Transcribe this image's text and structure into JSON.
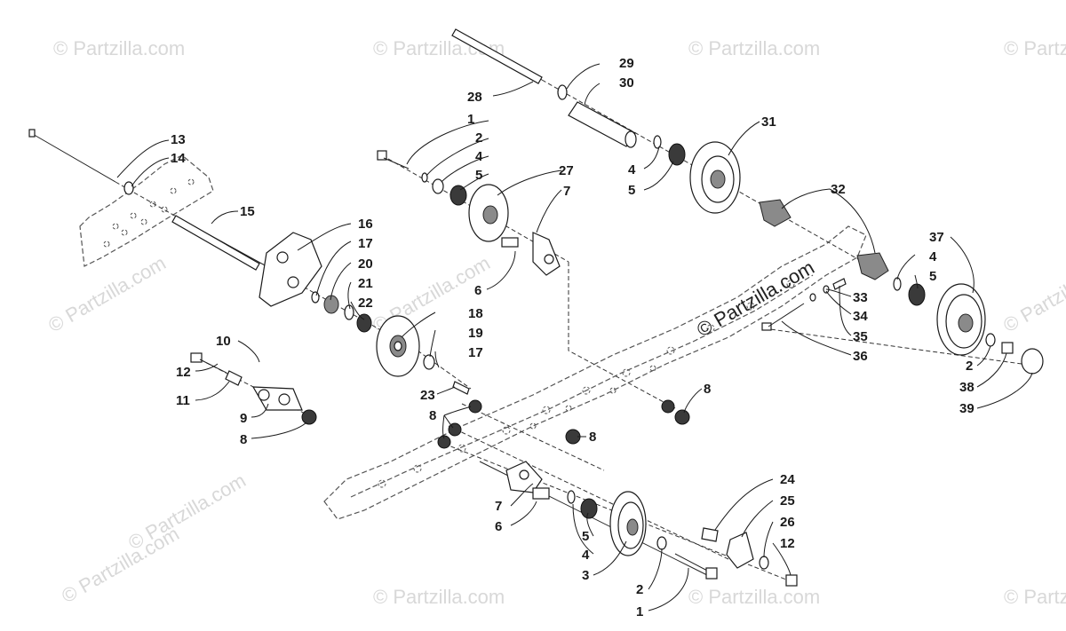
{
  "watermark": {
    "text": "© Partzilla.com",
    "center_text": "© Partzilla.com"
  },
  "callouts": [
    "1",
    "2",
    "3",
    "4",
    "5",
    "6",
    "7",
    "8",
    "9",
    "10",
    "11",
    "12",
    "13",
    "14",
    "15",
    "16",
    "17",
    "18",
    "19",
    "20",
    "21",
    "22",
    "23",
    "24",
    "25",
    "26",
    "27",
    "28",
    "29",
    "30",
    "31",
    "32",
    "33",
    "34",
    "35",
    "36",
    "37",
    "38",
    "39"
  ]
}
